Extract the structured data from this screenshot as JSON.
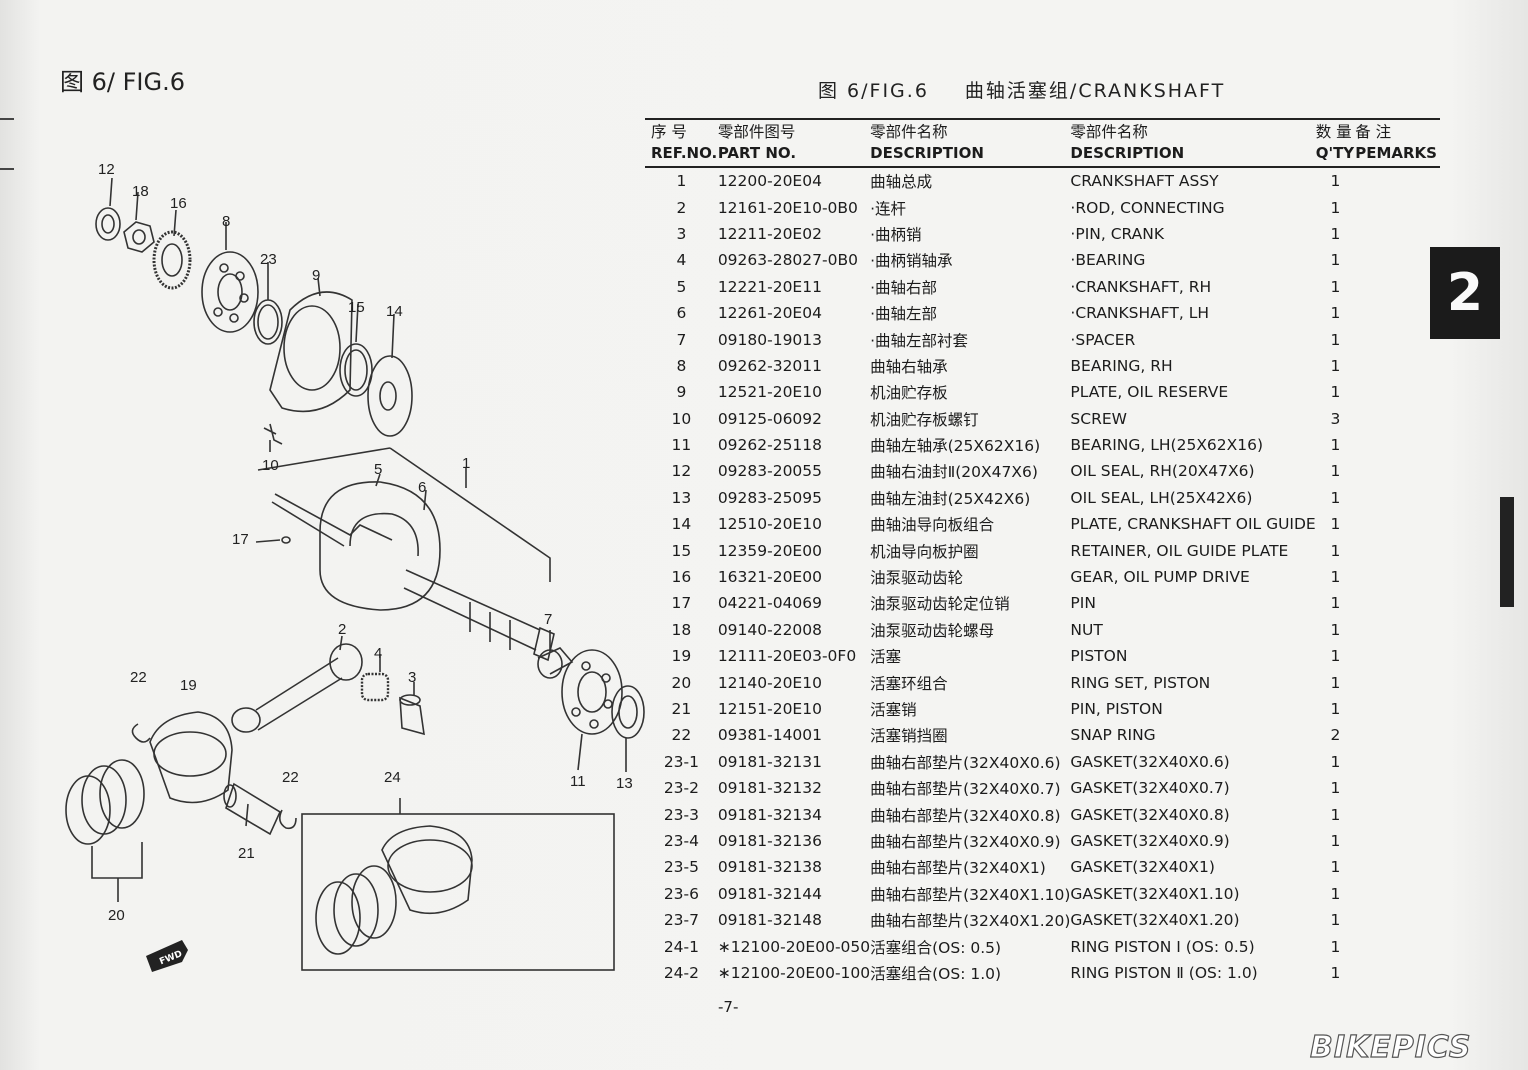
{
  "page": {
    "fig_title_left": "图 6/ FIG.6",
    "fig_title_right_code": "图 6/FIG.6",
    "fig_title_right_name": "曲轴活塞组/CRANKSHAFT",
    "page_number": "-7-",
    "chapter_tab": "2",
    "watermark": "BIKEPICS"
  },
  "diagram": {
    "labels": [
      "12",
      "18",
      "16",
      "8",
      "23",
      "9",
      "15",
      "14",
      "10",
      "5",
      "6",
      "1",
      "17",
      "2",
      "4",
      "3",
      "7",
      "22",
      "19",
      "22",
      "24",
      "21",
      "11",
      "13",
      "20"
    ],
    "fwd_label": "FWD"
  },
  "table": {
    "headers": {
      "ref_zh": "序 号",
      "ref_en": "REF.NO.",
      "part_zh": "零部件图号",
      "part_en": "PART NO.",
      "desc_zh": "零部件名称",
      "desc_en": "DESCRIPTION",
      "desc2_zh": "零部件名称",
      "desc2_en": "DESCRIPTION",
      "qty_zh": "数 量",
      "qty_en": "Q'TY",
      "rem_zh": "备 注",
      "rem_en": "PEMARKS"
    },
    "rows": [
      {
        "ref": "1",
        "part": "12200-20E04",
        "zh": "曲轴总成",
        "en": "CRANKSHAFT ASSY",
        "qty": "1"
      },
      {
        "ref": "2",
        "part": "12161-20E10-0B0",
        "zh": "·连杆",
        "en": "·ROD, CONNECTING",
        "qty": "1"
      },
      {
        "ref": "3",
        "part": "12211-20E02",
        "zh": "·曲柄销",
        "en": "·PIN, CRANK",
        "qty": "1"
      },
      {
        "ref": "4",
        "part": "09263-28027-0B0",
        "zh": "·曲柄销轴承",
        "en": "·BEARING",
        "qty": "1"
      },
      {
        "ref": "5",
        "part": "12221-20E11",
        "zh": "·曲轴右部",
        "en": "·CRANKSHAFT, RH",
        "qty": "1"
      },
      {
        "ref": "6",
        "part": "12261-20E04",
        "zh": "·曲轴左部",
        "en": "·CRANKSHAFT, LH",
        "qty": "1"
      },
      {
        "ref": "7",
        "part": "09180-19013",
        "zh": "·曲轴左部衬套",
        "en": "·SPACER",
        "qty": "1"
      },
      {
        "ref": "8",
        "part": "09262-32011",
        "zh": "曲轴右轴承",
        "en": "BEARING, RH",
        "qty": "1"
      },
      {
        "ref": "9",
        "part": "12521-20E10",
        "zh": "机油贮存板",
        "en": "PLATE, OIL RESERVE",
        "qty": "1"
      },
      {
        "ref": "10",
        "part": "09125-06092",
        "zh": "机油贮存板螺钉",
        "en": "SCREW",
        "qty": "3"
      },
      {
        "ref": "11",
        "part": "09262-25118",
        "zh": "曲轴左轴承(25X62X16)",
        "en": "BEARING, LH(25X62X16)",
        "qty": "1"
      },
      {
        "ref": "12",
        "part": "09283-20055",
        "zh": "曲轴右油封Ⅱ(20X47X6)",
        "en": "OIL SEAL, RH(20X47X6)",
        "qty": "1"
      },
      {
        "ref": "13",
        "part": "09283-25095",
        "zh": "曲轴左油封(25X42X6)",
        "en": "OIL SEAL, LH(25X42X6)",
        "qty": "1"
      },
      {
        "ref": "14",
        "part": "12510-20E10",
        "zh": "曲轴油导向板组合",
        "en": "PLATE, CRANKSHAFT OIL GUIDE",
        "qty": "1"
      },
      {
        "ref": "15",
        "part": "12359-20E00",
        "zh": "机油导向板护圈",
        "en": "RETAINER, OIL GUIDE PLATE",
        "qty": "1"
      },
      {
        "ref": "16",
        "part": "16321-20E00",
        "zh": "油泵驱动齿轮",
        "en": "GEAR, OIL PUMP DRIVE",
        "qty": "1"
      },
      {
        "ref": "17",
        "part": "04221-04069",
        "zh": "油泵驱动齿轮定位销",
        "en": "PIN",
        "qty": "1"
      },
      {
        "ref": "18",
        "part": "09140-22008",
        "zh": "油泵驱动齿轮螺母",
        "en": "NUT",
        "qty": "1"
      },
      {
        "ref": "19",
        "part": "12111-20E03-0F0",
        "zh": "活塞",
        "en": "PISTON",
        "qty": "1"
      },
      {
        "ref": "20",
        "part": "12140-20E10",
        "zh": "活塞环组合",
        "en": "RING SET, PISTON",
        "qty": "1"
      },
      {
        "ref": "21",
        "part": "12151-20E10",
        "zh": "活塞销",
        "en": "PIN, PISTON",
        "qty": "1"
      },
      {
        "ref": "22",
        "part": "09381-14001",
        "zh": "活塞销挡圈",
        "en": "SNAP RING",
        "qty": "2"
      },
      {
        "ref": "23-1",
        "part": "09181-32131",
        "zh": "曲轴右部垫片(32X40X0.6)",
        "en": "GASKET(32X40X0.6)",
        "qty": "1"
      },
      {
        "ref": "23-2",
        "part": "09181-32132",
        "zh": "曲轴右部垫片(32X40X0.7)",
        "en": "GASKET(32X40X0.7)",
        "qty": "1"
      },
      {
        "ref": "23-3",
        "part": "09181-32134",
        "zh": "曲轴右部垫片(32X40X0.8)",
        "en": "GASKET(32X40X0.8)",
        "qty": "1"
      },
      {
        "ref": "23-4",
        "part": "09181-32136",
        "zh": "曲轴右部垫片(32X40X0.9)",
        "en": "GASKET(32X40X0.9)",
        "qty": "1"
      },
      {
        "ref": "23-5",
        "part": "09181-32138",
        "zh": "曲轴右部垫片(32X40X1)",
        "en": "GASKET(32X40X1)",
        "qty": "1"
      },
      {
        "ref": "23-6",
        "part": "09181-32144",
        "zh": "曲轴右部垫片(32X40X1.10)",
        "en": "GASKET(32X40X1.10)",
        "qty": "1"
      },
      {
        "ref": "23-7",
        "part": "09181-32148",
        "zh": "曲轴右部垫片(32X40X1.20)",
        "en": "GASKET(32X40X1.20)",
        "qty": "1"
      },
      {
        "ref": "24-1",
        "part": "∗12100-20E00-050",
        "zh": "活塞组合(OS: 0.5)",
        "en": "RING PISTON Ⅰ (OS: 0.5)",
        "qty": "1"
      },
      {
        "ref": "24-2",
        "part": "∗12100-20E00-100",
        "zh": "活塞组合(OS: 1.0)",
        "en": "RING PISTON Ⅱ (OS: 1.0)",
        "qty": "1"
      }
    ]
  }
}
